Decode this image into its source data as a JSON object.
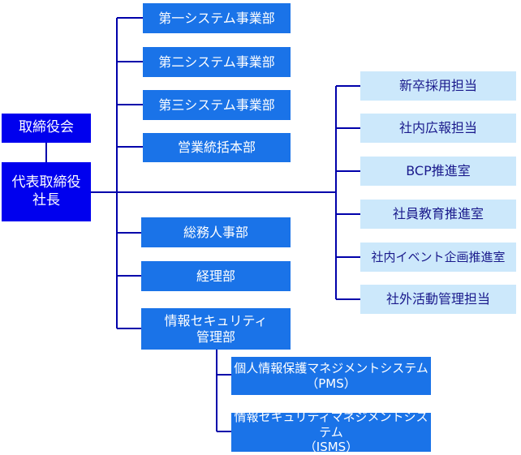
{
  "board": "取締役会",
  "ceo": {
    "line1": "代表取締役",
    "line2": "社長"
  },
  "departments": [
    "第一システム事業部",
    "第二システム事業部",
    "第三システム事業部",
    "営業統括本部",
    "総務人事部",
    "経理部"
  ],
  "security": {
    "line1": "情報セキュリティ",
    "line2": "管理部"
  },
  "security_subs": [
    {
      "line1": "個人情報保護マネジメントシステム",
      "line2": "（PMS）"
    },
    {
      "line1": "情報セキュリティマネジメントシステム",
      "line2": "（ISMS）"
    }
  ],
  "staff_units": [
    "新卒採用担当",
    "社内広報担当",
    "BCP推進室",
    "社員教育推進室",
    "社内イベント企画推進室",
    "社外活動管理担当"
  ],
  "colors": {
    "executive": "#0000ee",
    "department": "#1a73e8",
    "staff": "#cce8fb",
    "connector": "#0000aa"
  }
}
